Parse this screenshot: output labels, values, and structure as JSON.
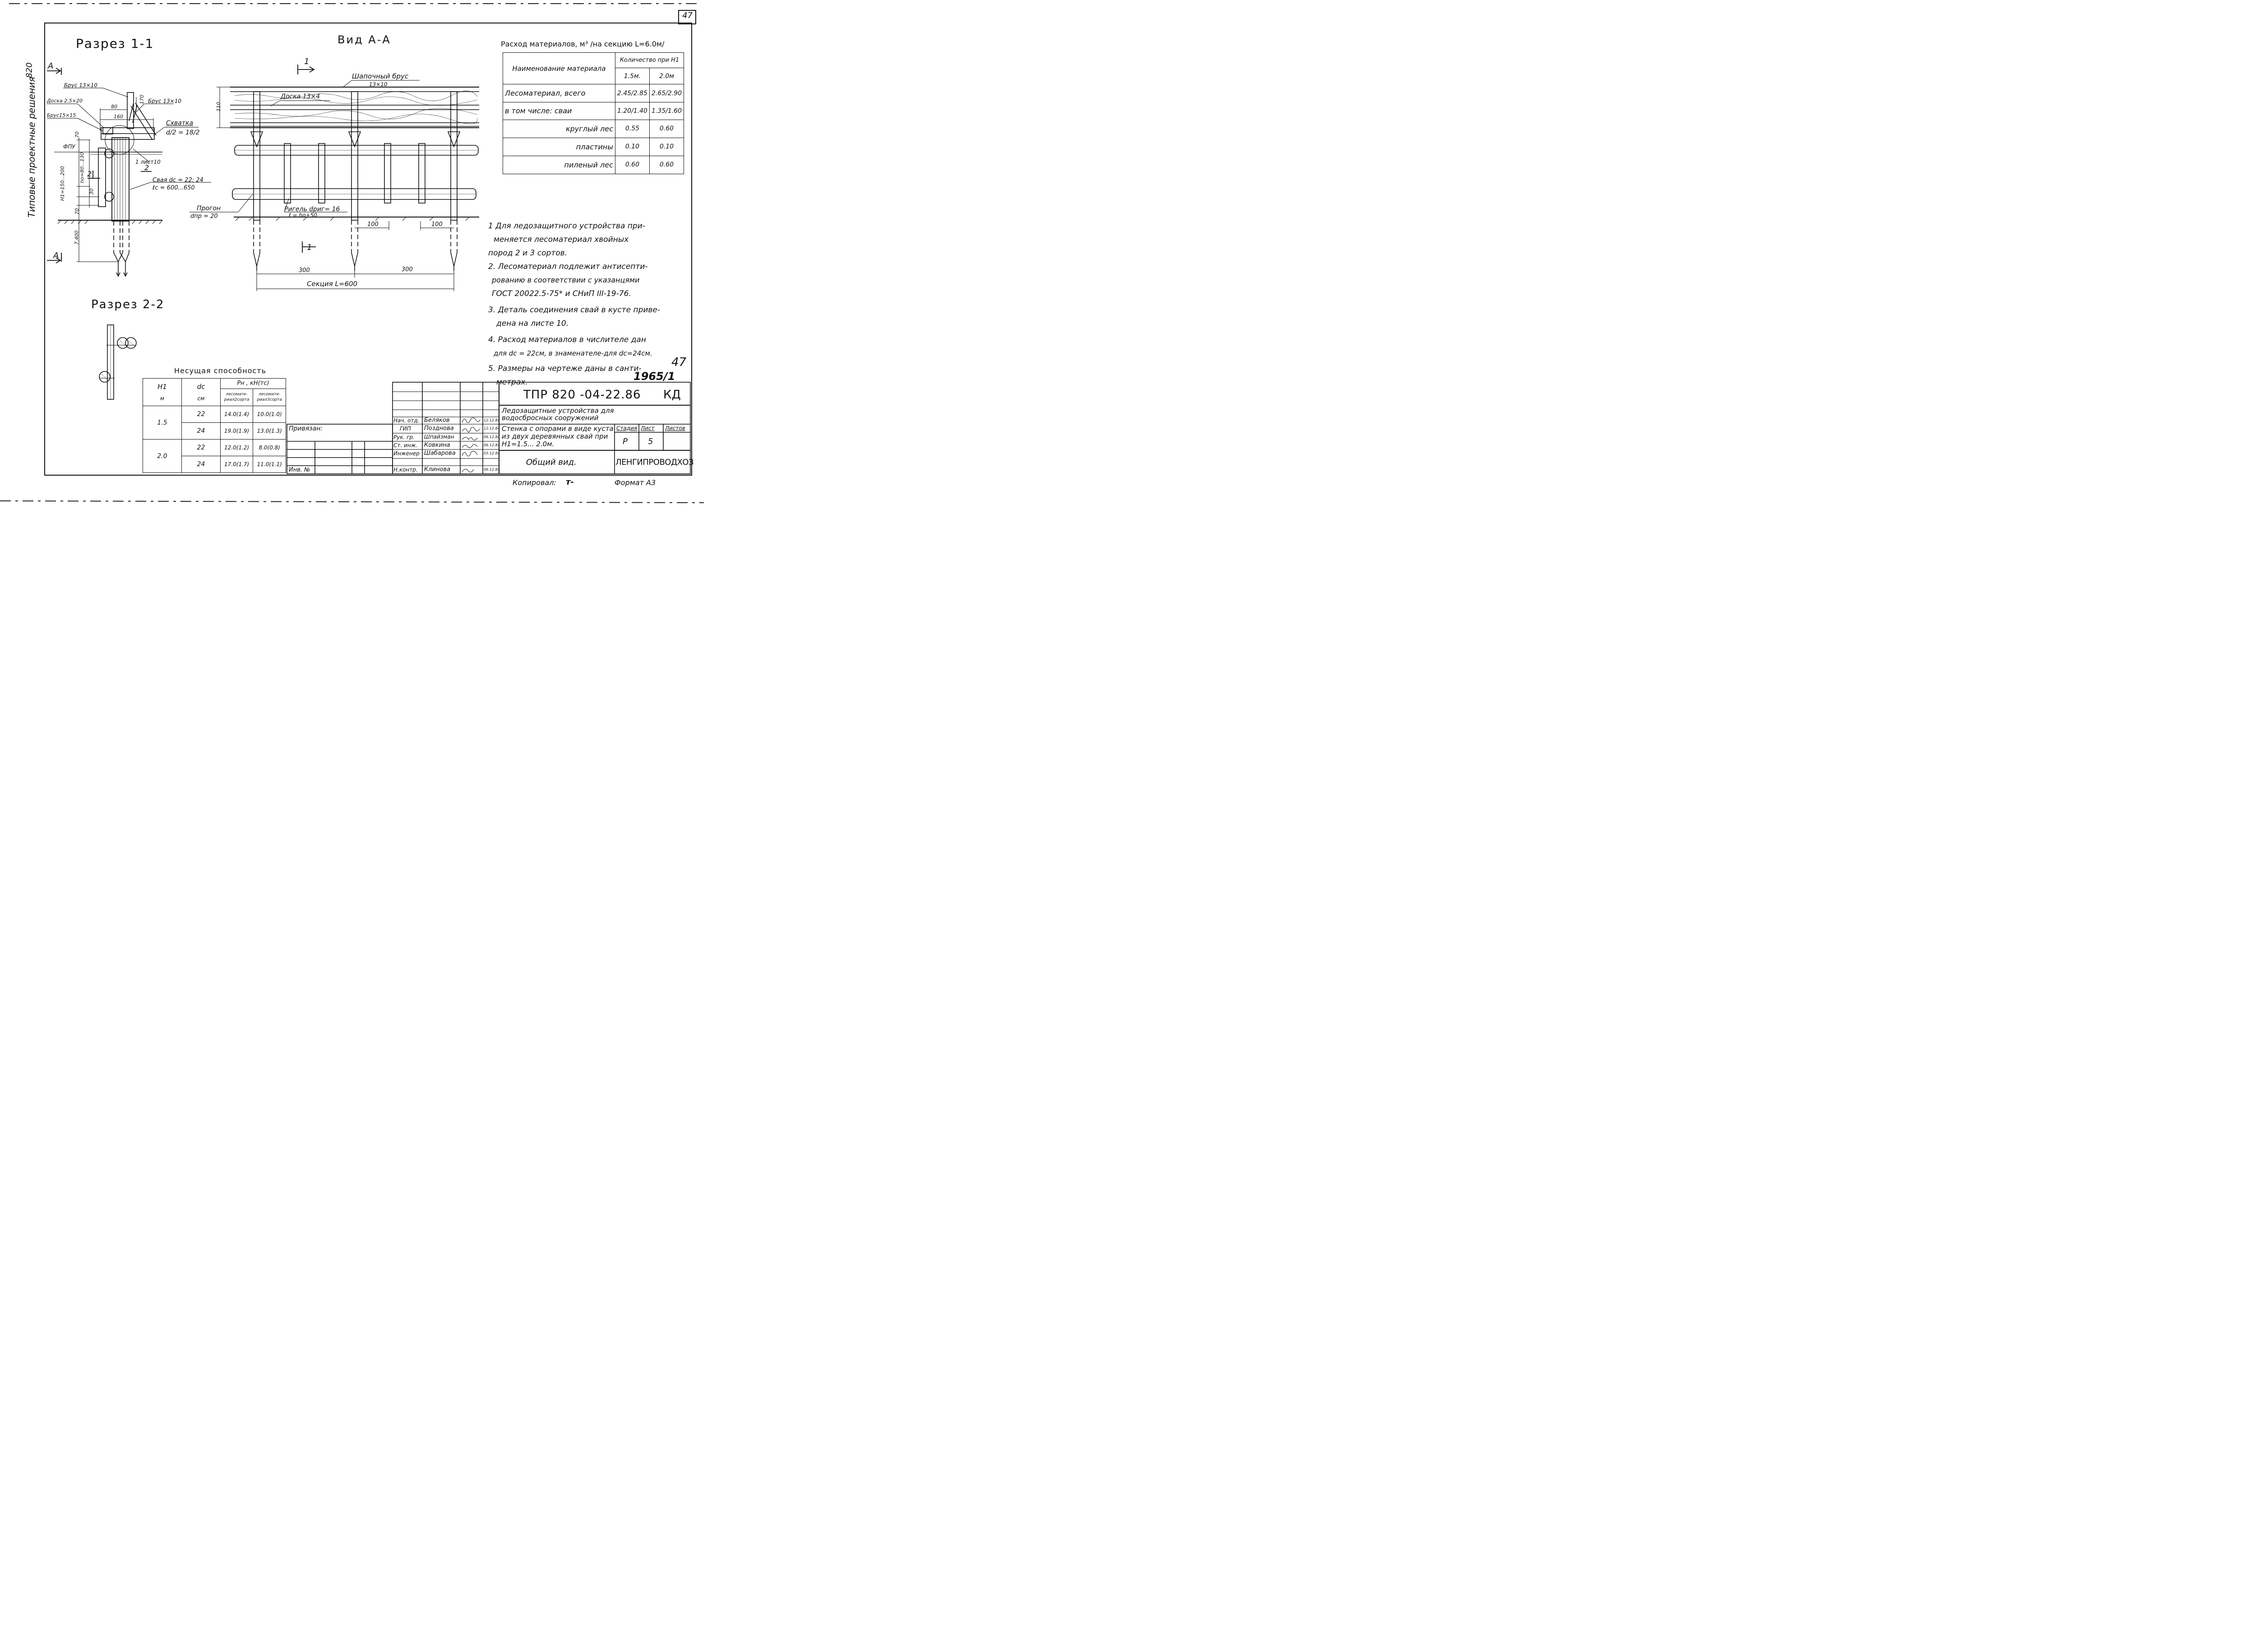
{
  "sheet": {
    "page_number": "47",
    "page_number_2": "47",
    "series_vertical": "Типовые проектные решения",
    "series_code": "820",
    "stamp_number": "1965/1",
    "copied_by": "Копировал:",
    "copied_sign": "т-",
    "format": "Формат А3"
  },
  "section11": {
    "title": "Разрез 1-1",
    "marker_a_top": "А",
    "marker_a_bottom": "А",
    "labels": {
      "brus13x10_a": "Брус 13×10",
      "doska": "Доска 2.5×20",
      "brus15x15": "Брус15×15",
      "brus13x10_b": "Брус 13×10",
      "skhvatka": "Схватка",
      "d_frac": "d/2 = 18/2",
      "fpu": "ФПУ",
      "list10": "1 лист10",
      "svaya1": "Свая dс = 22; 24",
      "svaya2": "ℓс = 600...650",
      "dim80": "80",
      "dim160": "160",
      "dim170": "170",
      "dim70a": "70",
      "dim_ho": "hо=80...130",
      "dim_h1": "H1=150...200",
      "dim30": "30",
      "dim70b": "70",
      "dim400": "7.400",
      "marker2": "2"
    }
  },
  "view_aa": {
    "title": "Вид А-А",
    "marker1_top": "1",
    "marker1_bottom": "1",
    "shapochny": "Шапочный брус",
    "shapochny_size": "13×10",
    "doska": "Доска 13×4",
    "dim110": "110",
    "progon": "Прогон",
    "progon_d": "dпр = 20",
    "rigel": "Ригель dриг= 16",
    "rigel_l": "ℓ = hо+50",
    "dim100a": "100",
    "dim100b": "100",
    "dim300a": "300",
    "dim300b": "300",
    "section_len": "Секция L=600"
  },
  "section22": {
    "title": "Разрез 2-2"
  },
  "materials": {
    "title": "Расход материалов, м³ /на секцию L=6.0м/",
    "header_name": "Наименование материала",
    "header_qty": "Количество при H1",
    "col1": "1.5м.",
    "col2": "2.0м",
    "rows": [
      {
        "name": "Лесоматериал, всего",
        "v1": "2.45/2.85",
        "v2": "2.65/2.90"
      },
      {
        "name": "в том числе: сваи",
        "v1": "1.20/1.40",
        "v2": "1.35/1.60"
      },
      {
        "name": "круглый лес",
        "v1": "0.55",
        "v2": "0.60"
      },
      {
        "name": "пластины",
        "v1": "0.10",
        "v2": "0.10"
      },
      {
        "name": "пиленый лес",
        "v1": "0.60",
        "v2": "0.60"
      }
    ]
  },
  "notes": [
    "1 Для ледозащитного устройства при-",
    "меняется лесоматериал хвойных",
    "пород 2 и 3 сортов.",
    "2. Лесоматериал подлежит антисепти-",
    "рованию в соответствии с указанцями",
    "ГОСТ 20022.5-75* и СНиП III-19-76.",
    "3. Деталь соединения свай в кусте приве-",
    "дена на листе 10.",
    "4. Расход материалов в числителе дан",
    "для dс = 22см, в знаменателе-для dс=24см.",
    "5. Размеры на чертеже даны в санти-",
    "метрах."
  ],
  "capacity": {
    "title": "Несущая способность",
    "h_header": "H1",
    "h_unit": "м",
    "d_header": "dс",
    "d_unit": "см",
    "p_header": "Pн , кН(тс)",
    "sub1": "лесомате-риал2сорта",
    "sub2": "лесомате-риал3сорта",
    "rows": [
      {
        "h": "1.5",
        "d": "22",
        "p2": "14.0(1.4)",
        "p3": "10.0(1.0)"
      },
      {
        "h": "",
        "d": "24",
        "p2": "19.0(1.9)",
        "p3": "13.0(1.3)"
      },
      {
        "h": "2.0",
        "d": "22",
        "p2": "12.0(1.2)",
        "p3": "8.0(0.8)"
      },
      {
        "h": "",
        "d": "24",
        "p2": "17.0(1.7)",
        "p3": "11.0(1.1)"
      }
    ]
  },
  "title_block": {
    "code": "ТПР 820 -04-22.86",
    "kd": "КД",
    "subject": "Ледозащитные устройства для водосбросных сооружений",
    "sheet_title": "Стенка с опорами в виде куста из двух деревянных свай при H1=1.5... 2.0м.",
    "view_name": "Общий вид.",
    "org": "ЛЕНГИПРОВОДХОЗ",
    "stage_label": "Стадия",
    "list_label": "Лист",
    "lists_label": "Листов",
    "stage": "Р",
    "list": "5",
    "privyazan": "Привязан:",
    "inv": "Инв. №",
    "staff": [
      {
        "role": "Нач. отд.",
        "name": "Беляков",
        "date": "12.12.84"
      },
      {
        "role": "ГИП",
        "name": "Позднова",
        "date": "12.12.84"
      },
      {
        "role": "Рук. гр.",
        "name": "Шпайзман",
        "date": "06.12.84"
      },
      {
        "role": "Ст. инж.",
        "name": "Ковкина",
        "date": "06.12.84"
      },
      {
        "role": "Инженер",
        "name": "Шабарова",
        "date": "03.12.84"
      },
      {
        "role": "Н.контр.",
        "name": "Клинова",
        "date": "06.12.84"
      }
    ]
  }
}
